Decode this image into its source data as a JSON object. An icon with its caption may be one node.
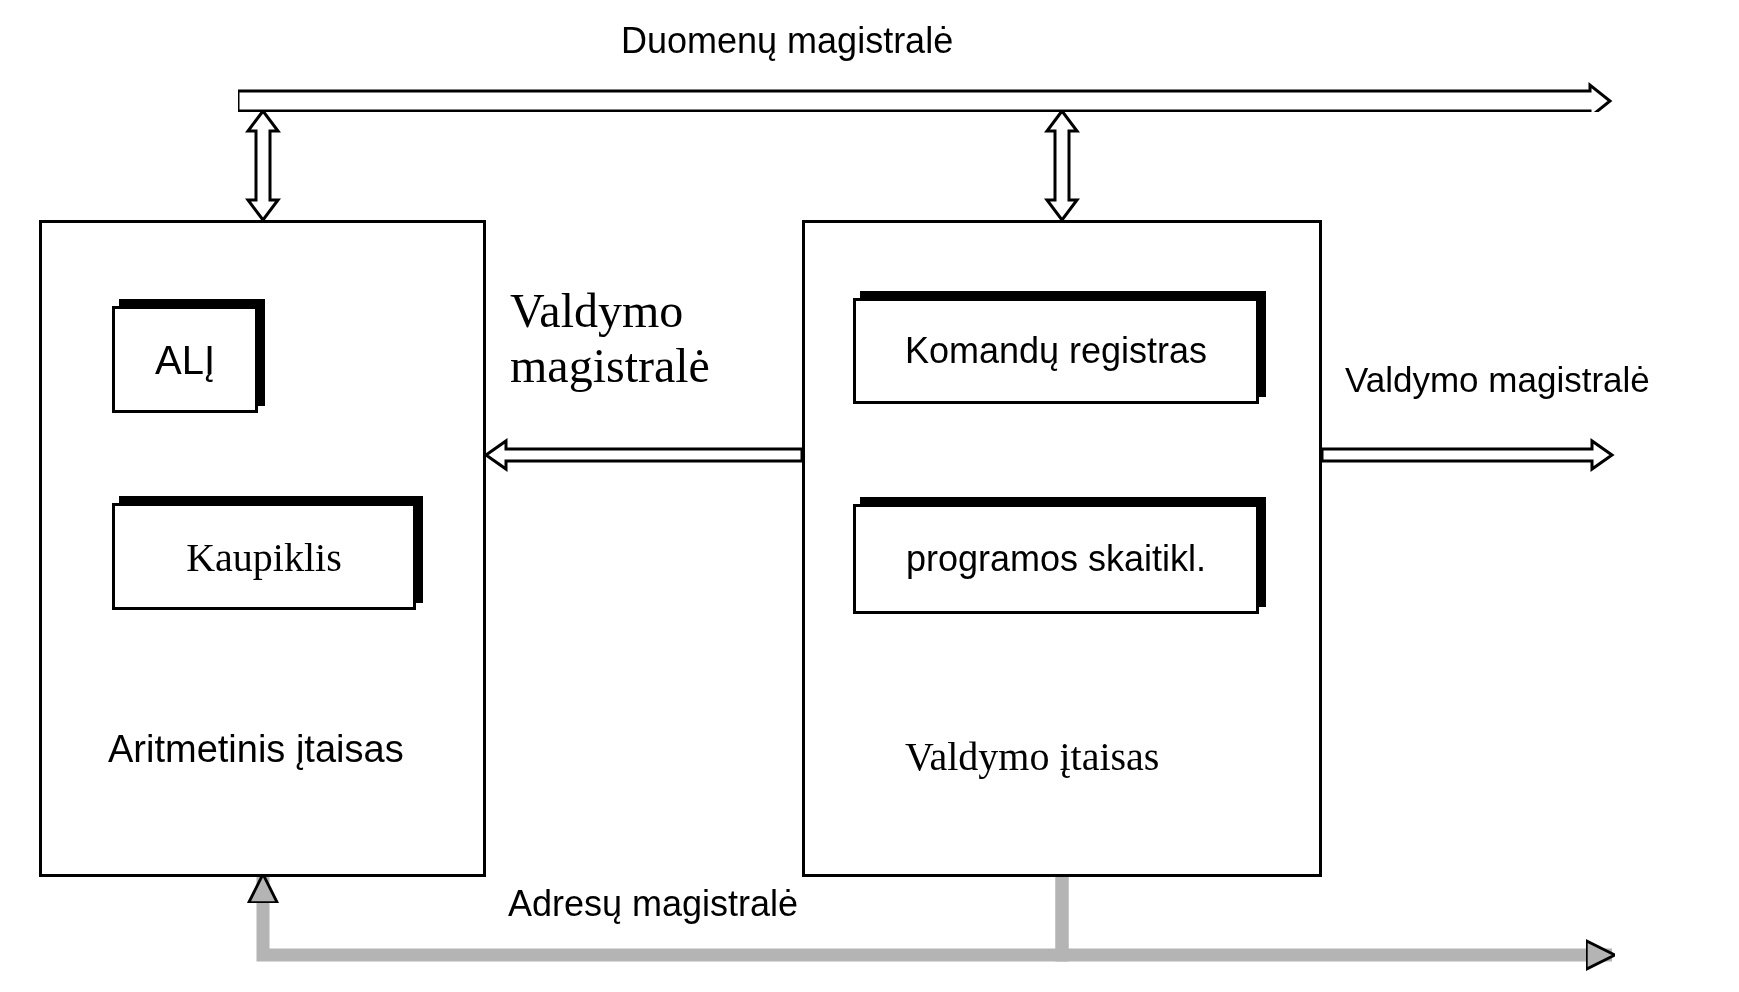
{
  "diagram": {
    "nodes": [
      {
        "text": [
          "Aritmetinis įtaisas"
        ]
      },
      {
        "text": [
          "ALĮ"
        ],
        "in": 0
      },
      {
        "text": [
          "Kaupiklis"
        ],
        "in": 0
      },
      {
        "text": [
          "Valdymo įtaisas"
        ]
      },
      {
        "text": [
          "Komandų registras"
        ],
        "in": 3
      },
      {
        "text": [
          "programos skaitikl."
        ],
        "in": 3
      },
      {
        "text": [
          "Duomenų magistralė"
        ]
      }
    ],
    "edges": [
      {
        "from": 6,
        "to": 0,
        "arrow": "both"
      },
      {
        "from": 6,
        "to": 3,
        "arrow": "both"
      },
      {
        "from": 3,
        "to": 0,
        "arrow": "to",
        "label": "Valdymo magistralė"
      },
      {
        "from": 3,
        "to": null,
        "arrow": "to",
        "label": "Valdymo magistralė"
      },
      {
        "from": 3,
        "to": 0,
        "arrow": "to",
        "label": "Adresų magistralė",
        "color": "#b4b4b4"
      },
      {
        "from": 3,
        "to": null,
        "arrow": "to",
        "color": "#b4b4b4"
      }
    ]
  }
}
